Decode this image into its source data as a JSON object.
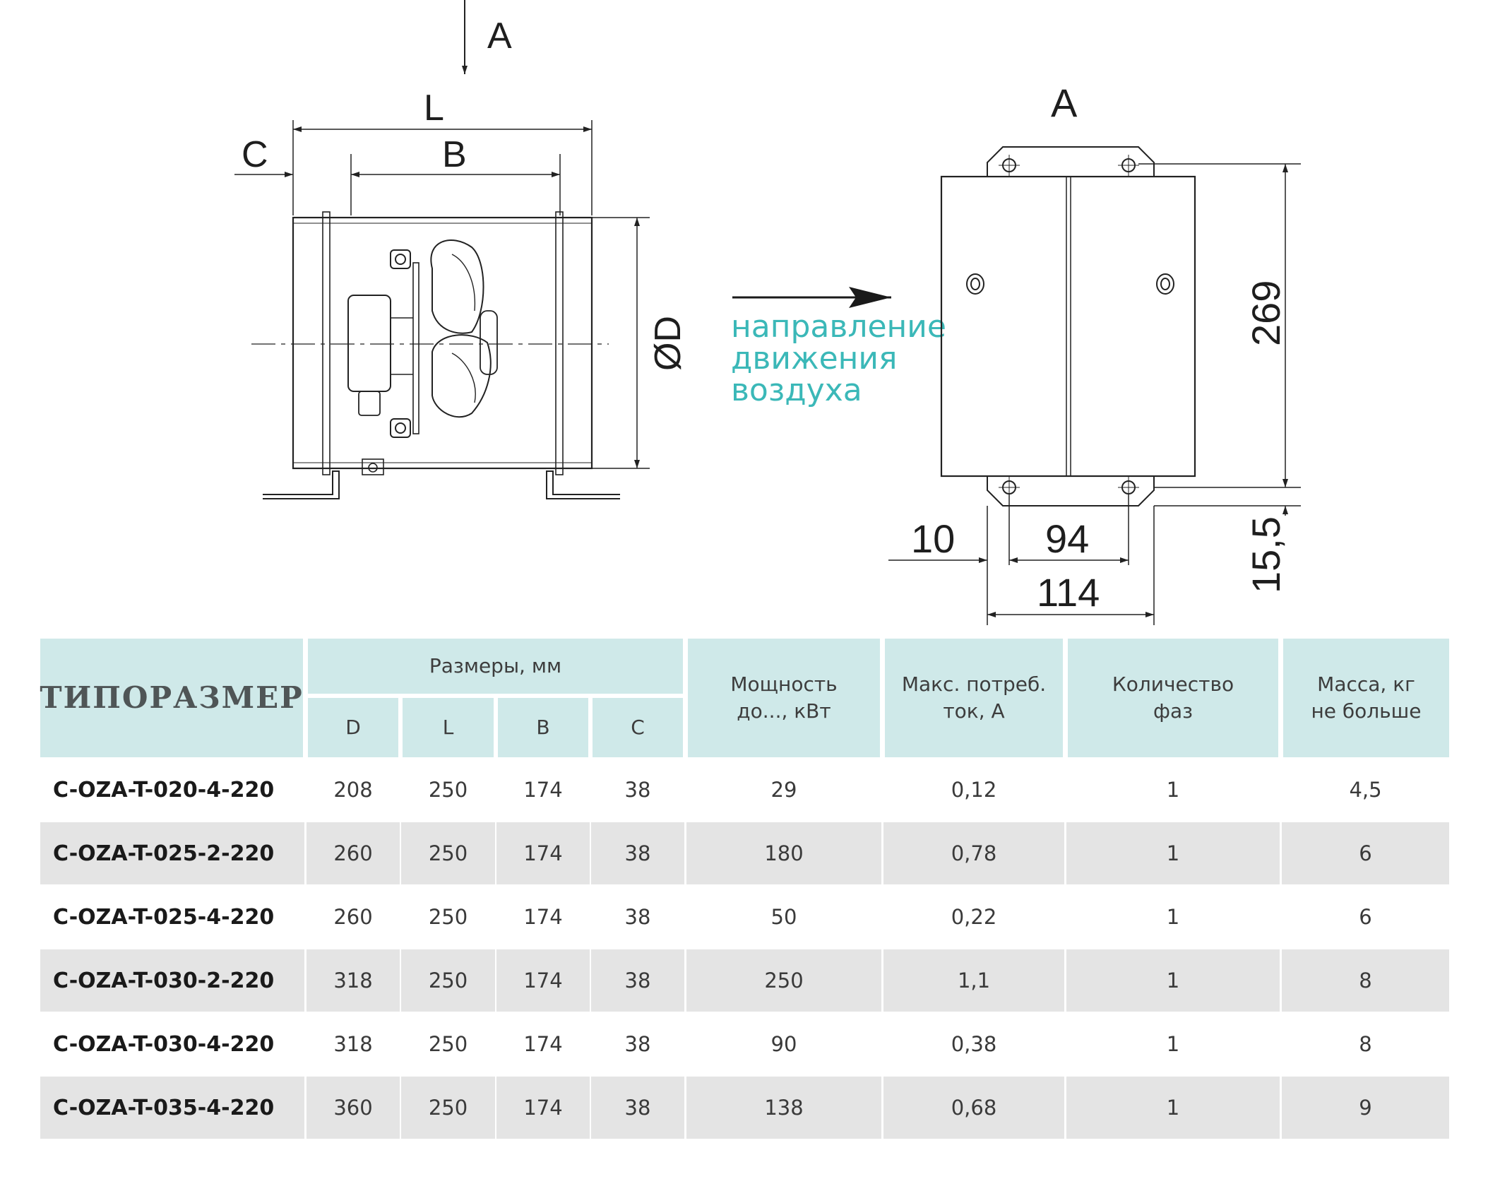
{
  "drawing": {
    "side_view": {
      "view_marker": "A",
      "labels": {
        "L": "L",
        "B": "B",
        "C": "C",
        "D": "ØD"
      }
    },
    "air_direction": {
      "lines": [
        "направление",
        "движения",
        "воздуха"
      ]
    },
    "front_view": {
      "title": "A",
      "dims": {
        "height": "269",
        "offset": "10",
        "hole_spacing": "94",
        "flange_width": "114",
        "flange_depth": "15,5"
      }
    },
    "accent_color": "#3bb8b8"
  },
  "table": {
    "model_header": "ТИПОРАЗМЕР",
    "dims_group_header": "Размеры, мм",
    "dim_headers": [
      "D",
      "L",
      "B",
      "C"
    ],
    "power_header": [
      "Мощность",
      "до..., кВт"
    ],
    "current_header": [
      "Макс. потреб.",
      "ток, А"
    ],
    "phases_header": [
      "Количество",
      "фаз"
    ],
    "mass_header": [
      "Масса, кг",
      "не больше"
    ],
    "header_color": "#cfe9e9",
    "rows": [
      {
        "model": "C-OZA-T-020-4-220",
        "D": "208",
        "L": "250",
        "B": "174",
        "C": "38",
        "power": "29",
        "current": "0,12",
        "phases": "1",
        "mass": "4,5"
      },
      {
        "model": "C-OZA-T-025-2-220",
        "D": "260",
        "L": "250",
        "B": "174",
        "C": "38",
        "power": "180",
        "current": "0,78",
        "phases": "1",
        "mass": "6"
      },
      {
        "model": "C-OZA-T-025-4-220",
        "D": "260",
        "L": "250",
        "B": "174",
        "C": "38",
        "power": "50",
        "current": "0,22",
        "phases": "1",
        "mass": "6"
      },
      {
        "model": "C-OZA-T-030-2-220",
        "D": "318",
        "L": "250",
        "B": "174",
        "C": "38",
        "power": "250",
        "current": "1,1",
        "phases": "1",
        "mass": "8"
      },
      {
        "model": "C-OZA-T-030-4-220",
        "D": "318",
        "L": "250",
        "B": "174",
        "C": "38",
        "power": "90",
        "current": "0,38",
        "phases": "1",
        "mass": "8"
      },
      {
        "model": "C-OZA-T-035-4-220",
        "D": "360",
        "L": "250",
        "B": "174",
        "C": "38",
        "power": "138",
        "current": "0,68",
        "phases": "1",
        "mass": "9"
      }
    ]
  }
}
